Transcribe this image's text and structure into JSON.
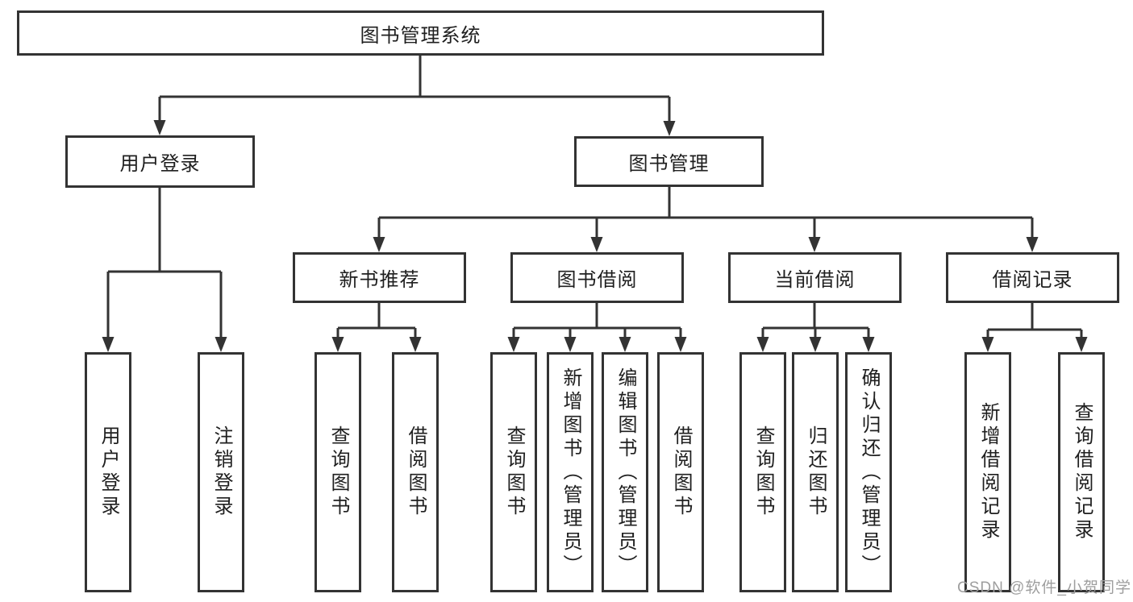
{
  "diagram": {
    "root": {
      "label": "图书管理系统"
    },
    "branches": [
      {
        "label": "用户登录",
        "children": [
          {
            "label": "用户登录"
          },
          {
            "label": "注销登录"
          }
        ]
      },
      {
        "label": "图书管理",
        "children": [
          {
            "label": "新书推荐",
            "children": [
              {
                "label": "查询图书"
              },
              {
                "label": "借阅图书"
              }
            ]
          },
          {
            "label": "图书借阅",
            "children": [
              {
                "label": "查询图书"
              },
              {
                "label": "新增图书（管理员）"
              },
              {
                "label": "编辑图书（管理员）"
              },
              {
                "label": "借阅图书"
              }
            ]
          },
          {
            "label": "当前借阅",
            "children": [
              {
                "label": "查询图书"
              },
              {
                "label": "归还图书"
              },
              {
                "label": "确认归还（管理员）"
              }
            ]
          },
          {
            "label": "借阅记录",
            "children": [
              {
                "label": "新增借阅记录"
              },
              {
                "label": "查询借阅记录"
              }
            ]
          }
        ]
      }
    ]
  },
  "watermark": {
    "text": "CSDN @软件_小贺同学",
    "color": "#9e9e9e"
  },
  "colors": {
    "line": "#333333",
    "box_border": "#333333",
    "text": "#1f1f1f",
    "background": "#ffffff"
  }
}
